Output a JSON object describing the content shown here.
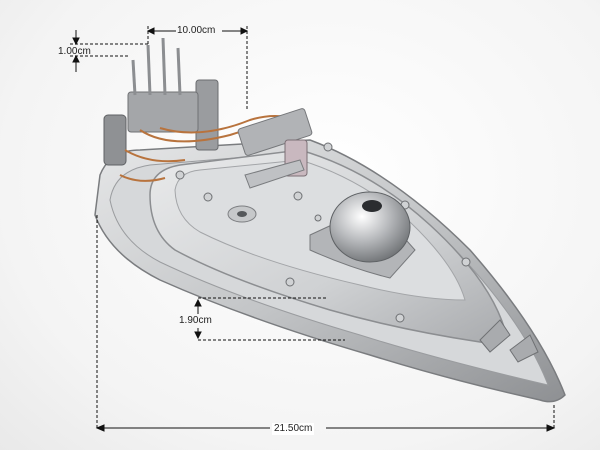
{
  "image": {
    "subject": "steam-iron-soleplate-assembly",
    "background_color": "#f4f4f4"
  },
  "dimensions": {
    "top_width": "10.00cm",
    "pin_height": "1.00cm",
    "sole_thickness": "1.90cm",
    "total_length": "21.50cm"
  },
  "colors": {
    "dimension_line": "#111111",
    "dashed_guide": "#333333",
    "metal_light": "#d9dadc",
    "metal_mid": "#b8babd",
    "metal_dark": "#8c8e91",
    "copper_wire": "#b8733d"
  }
}
